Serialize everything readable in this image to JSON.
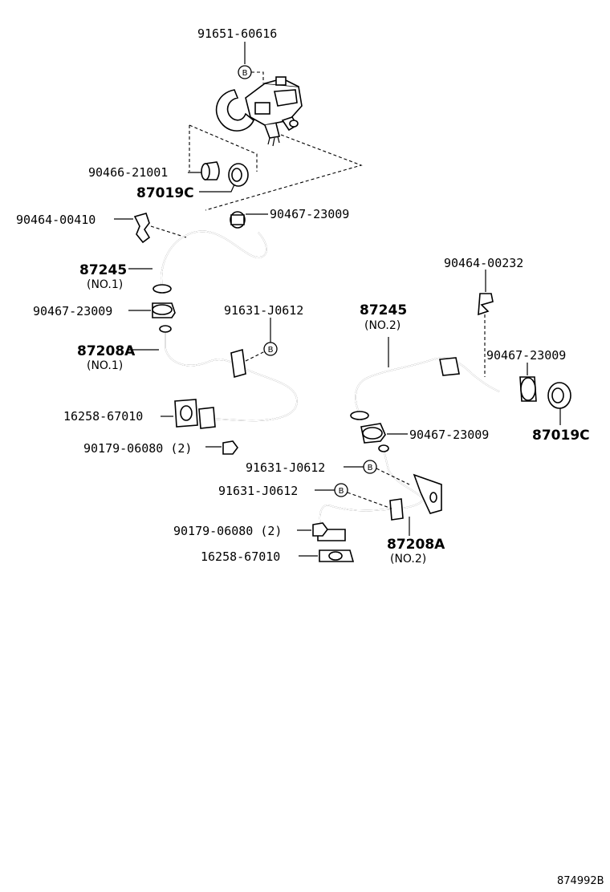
{
  "diagram": {
    "drawing_code": "874992B",
    "bolt_marker": "B",
    "parts": {
      "valve_top": "91651-60616",
      "grommet_small_a": "90466-21001",
      "grommet_large_a": "87019C",
      "clip_a": "90464-00410",
      "clamp_a": "90467-23009",
      "hose_no1": "87245",
      "hose_no1_sub": "(NO.1)",
      "clamp_b": "90467-23009",
      "pipe_bolt_a": "91631-J0612",
      "pipe_no1": "87208A",
      "pipe_no1_sub": "(NO.1)",
      "gasket_a": "16258-67010",
      "nut_a": "90179-06080 (2)",
      "clip_b": "90464-00232",
      "hose_no2": "87245",
      "hose_no2_sub": "(NO.2)",
      "clamp_c": "90467-23009",
      "grommet_large_b": "87019C",
      "clamp_d": "90467-23009",
      "pipe_bolt_b": "91631-J0612",
      "pipe_bolt_c": "91631-J0612",
      "nut_b": "90179-06080 (2)",
      "gasket_b": "16258-67010",
      "pipe_no2": "87208A",
      "pipe_no2_sub": "(NO.2)"
    }
  }
}
